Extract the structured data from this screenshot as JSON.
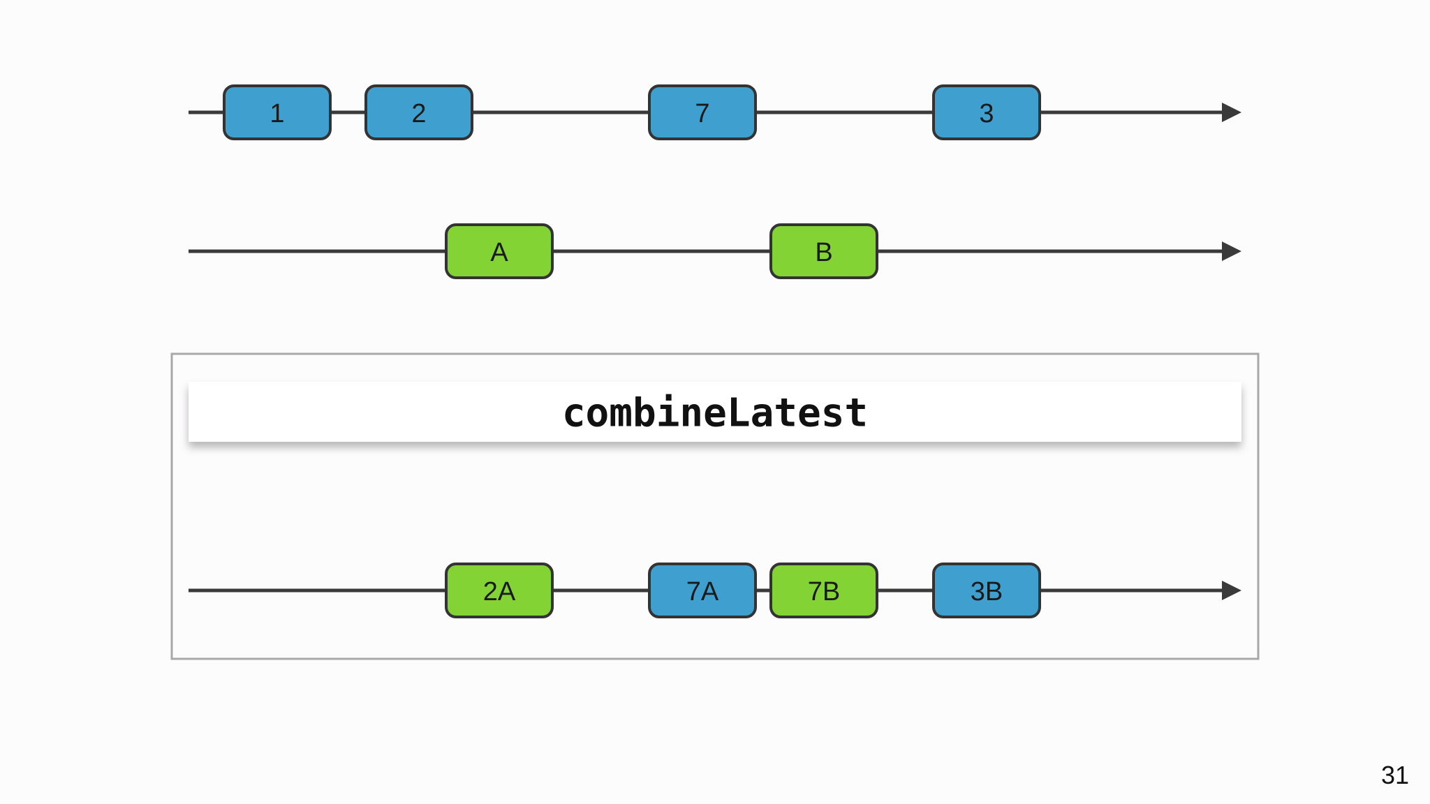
{
  "colors": {
    "blue": "#3fa0cf",
    "green": "#83d335",
    "line": "#3a3a3a",
    "stroke": "#333333",
    "box_border": "#a8a8a8",
    "operator_bg": "#ffffff"
  },
  "streams": [
    {
      "marbles": [
        {
          "label": "1",
          "color": "blue"
        },
        {
          "label": "2",
          "color": "blue"
        },
        {
          "label": "7",
          "color": "blue"
        },
        {
          "label": "3",
          "color": "blue"
        }
      ]
    },
    {
      "marbles": [
        {
          "label": "A",
          "color": "green"
        },
        {
          "label": "B",
          "color": "green"
        }
      ]
    }
  ],
  "operator": {
    "name": "combineLatest"
  },
  "output": {
    "marbles": [
      {
        "label": "2A",
        "color": "green"
      },
      {
        "label": "7A",
        "color": "blue"
      },
      {
        "label": "7B",
        "color": "green"
      },
      {
        "label": "3B",
        "color": "blue"
      }
    ]
  },
  "page_number": "31"
}
